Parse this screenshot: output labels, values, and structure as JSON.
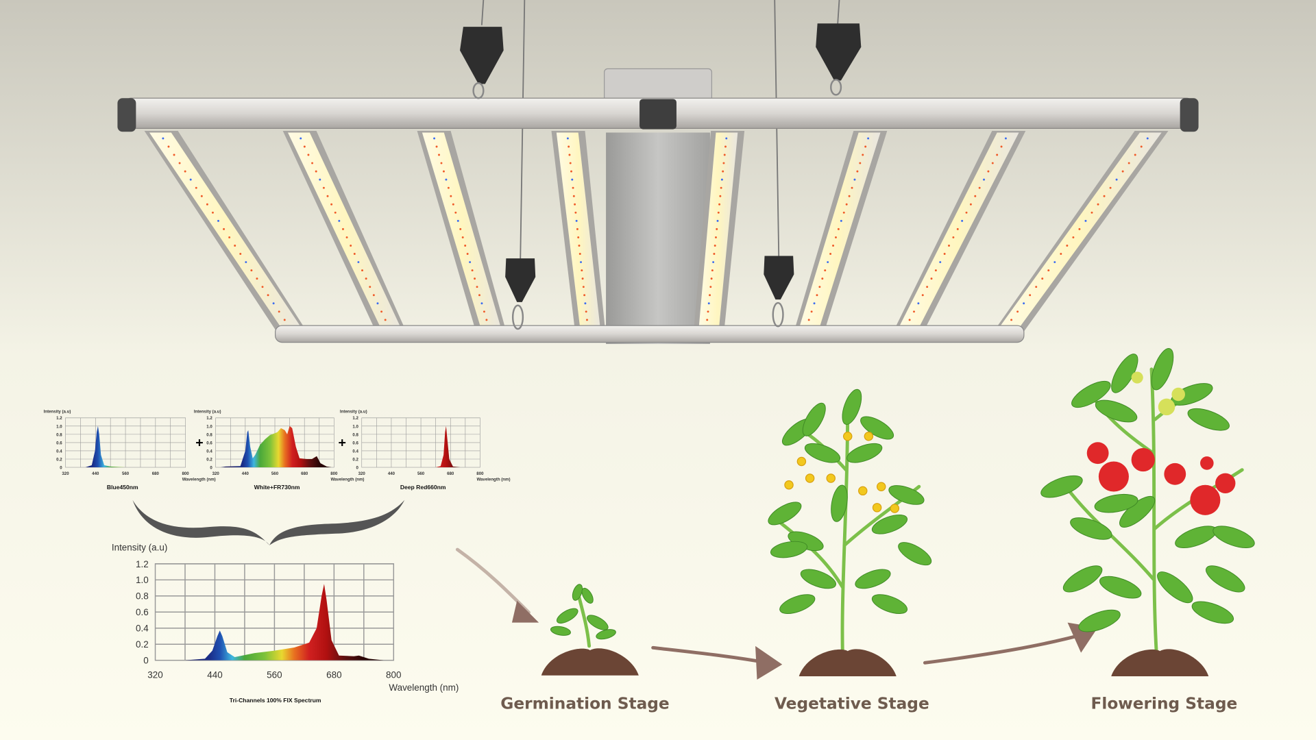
{
  "stages": [
    "Germination Stage",
    "Vegetative Stage",
    "Flowering Stage"
  ],
  "colors": {
    "stage_text": "#6e5b4e",
    "arrow": "#8f6e64",
    "leaf": "#5fb336",
    "tomato": "#e0282a",
    "soil": "#6b4535"
  },
  "chart_data": [
    {
      "type": "area",
      "title": "Blue450nm",
      "ylabel": "Intensity (a.u)",
      "xlabel": "Wavelength (nm)",
      "xticks": [
        "320",
        "440",
        "560",
        "680",
        "800"
      ],
      "yticks": [
        "0",
        "0.2",
        "0.4",
        "0.6",
        "0.8",
        "1.0",
        "1.2"
      ],
      "xlim": [
        320,
        800
      ],
      "ylim": [
        0,
        1.2
      ],
      "points": [
        [
          400,
          0
        ],
        [
          425,
          0.05
        ],
        [
          438,
          0.4
        ],
        [
          445,
          0.85
        ],
        [
          450,
          1.0
        ],
        [
          455,
          0.8
        ],
        [
          462,
          0.3
        ],
        [
          475,
          0.05
        ],
        [
          500,
          0.02
        ],
        [
          560,
          0
        ]
      ]
    },
    {
      "type": "area",
      "title": "White+FR730nm",
      "ylabel": "Intensity (a.u)",
      "xlabel": "Wavelength (nm)",
      "xticks": [
        "320",
        "440",
        "560",
        "680",
        "800"
      ],
      "yticks": [
        "0",
        "0.2",
        "0.4",
        "0.6",
        "0.8",
        "1.0",
        "1.2"
      ],
      "xlim": [
        320,
        800
      ],
      "ylim": [
        0,
        1.2
      ],
      "points": [
        [
          340,
          0
        ],
        [
          360,
          0.02
        ],
        [
          420,
          0.03
        ],
        [
          440,
          0.4
        ],
        [
          448,
          0.85
        ],
        [
          452,
          0.9
        ],
        [
          460,
          0.5
        ],
        [
          470,
          0.22
        ],
        [
          480,
          0.3
        ],
        [
          500,
          0.55
        ],
        [
          520,
          0.68
        ],
        [
          540,
          0.78
        ],
        [
          570,
          0.85
        ],
        [
          585,
          0.95
        ],
        [
          600,
          0.9
        ],
        [
          610,
          0.8
        ],
        [
          620,
          1.0
        ],
        [
          630,
          0.95
        ],
        [
          645,
          0.5
        ],
        [
          660,
          0.22
        ],
        [
          690,
          0.2
        ],
        [
          710,
          0.2
        ],
        [
          730,
          0.27
        ],
        [
          745,
          0.1
        ],
        [
          770,
          0.02
        ],
        [
          790,
          0
        ]
      ]
    },
    {
      "type": "area",
      "title": "Deep Red660nm",
      "ylabel": "Intensity (a.u)",
      "xlabel": "Wavelength (nm)",
      "xticks": [
        "320",
        "440",
        "560",
        "680",
        "800"
      ],
      "yticks": [
        "0",
        "0.2",
        "0.4",
        "0.6",
        "0.8",
        "1.0",
        "1.2"
      ],
      "xlim": [
        320,
        800
      ],
      "ylim": [
        0,
        1.2
      ],
      "points": [
        [
          620,
          0
        ],
        [
          640,
          0.03
        ],
        [
          652,
          0.3
        ],
        [
          658,
          0.85
        ],
        [
          662,
          1.0
        ],
        [
          667,
          0.7
        ],
        [
          675,
          0.2
        ],
        [
          690,
          0.02
        ],
        [
          720,
          0
        ]
      ]
    },
    {
      "type": "area",
      "title": "Tri-Channels 100% FIX Spectrum",
      "ylabel": "Intensity (a.u)",
      "xlabel": "Wavelength (nm)",
      "xticks": [
        "320",
        "440",
        "560",
        "680",
        "800"
      ],
      "yticks": [
        "0",
        "0.2",
        "0.4",
        "0.6",
        "0.8",
        "1.0",
        "1.2"
      ],
      "xlim": [
        320,
        800
      ],
      "ylim": [
        0,
        1.2
      ],
      "points": [
        [
          380,
          0
        ],
        [
          420,
          0.02
        ],
        [
          435,
          0.12
        ],
        [
          445,
          0.3
        ],
        [
          450,
          0.37
        ],
        [
          455,
          0.3
        ],
        [
          465,
          0.1
        ],
        [
          480,
          0.04
        ],
        [
          520,
          0.09
        ],
        [
          560,
          0.12
        ],
        [
          600,
          0.16
        ],
        [
          630,
          0.22
        ],
        [
          645,
          0.4
        ],
        [
          655,
          0.8
        ],
        [
          660,
          0.95
        ],
        [
          665,
          0.75
        ],
        [
          675,
          0.25
        ],
        [
          690,
          0.06
        ],
        [
          720,
          0.05
        ],
        [
          730,
          0.06
        ],
        [
          750,
          0.02
        ],
        [
          780,
          0
        ]
      ]
    }
  ]
}
